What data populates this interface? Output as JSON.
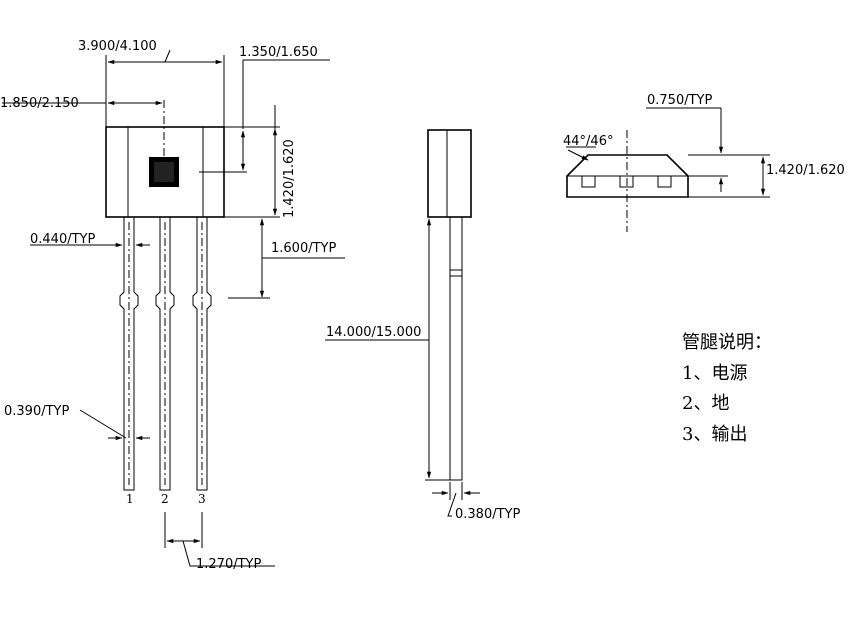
{
  "front_view": {
    "dim_body_width": "3.900/4.100",
    "dim_sensor_offset": "1.850/2.150",
    "dim_sensor_height": "1.350/1.650",
    "dim_body_height": "1.420/1.620",
    "dim_lead_width_top": "0.440/TYP",
    "dim_shoulder": "1.600/TYP",
    "dim_lead_width": "0.390/TYP",
    "dim_pitch": "1.270/TYP",
    "pin_numbers": [
      "1",
      "2",
      "3"
    ]
  },
  "side_view": {
    "dim_lead_length": "14.000/15.000",
    "dim_lead_thickness": "0.380/TYP"
  },
  "top_view": {
    "dim_top_width": "0.750/TYP",
    "dim_angle": "44°/46°",
    "dim_thickness": "1.420/1.620"
  },
  "pin_description": {
    "title": "管腿说明：",
    "items": [
      "1、电源",
      "2、地",
      "3、输出"
    ]
  }
}
